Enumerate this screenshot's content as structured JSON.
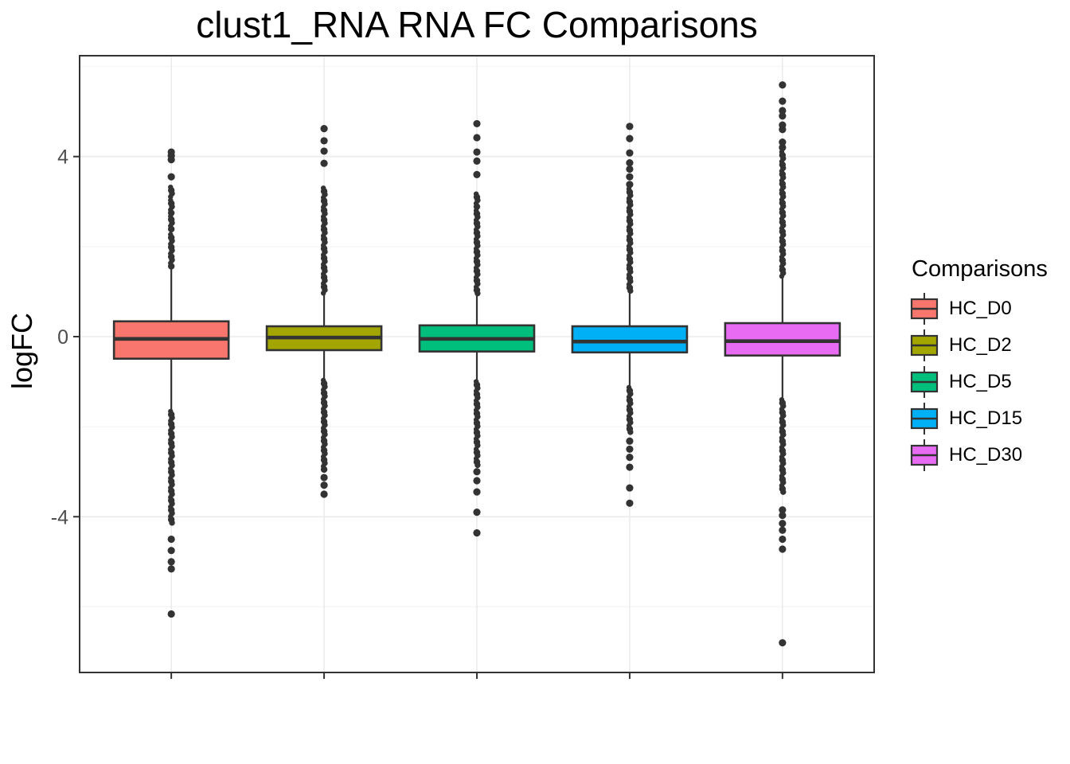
{
  "chart_data": {
    "type": "boxplot",
    "title": "clust1_RNA RNA FC Comparisons",
    "ylabel": "logFC",
    "xlabel": "",
    "legend_title": "Comparisons",
    "legend_position": "right",
    "ylim": [
      -7.46,
      6.24
    ],
    "yticks_major": [
      4,
      0,
      -4
    ],
    "yticks_minor": [
      6,
      2,
      -2,
      -6
    ],
    "x_tick_labels_visible": false,
    "panel": {
      "background": "#FFFFFF",
      "border_color": "#333333",
      "grid_major_color": "#EBEBEB",
      "grid_minor_color": "#F5F5F5",
      "axis_text_color": "#4D4D4D",
      "outlier_color": "#333333"
    },
    "groups": [
      {
        "name": "HC_D0",
        "color": "#F8766D",
        "q1": -0.49,
        "median": -0.05,
        "q3": 0.34,
        "whisker_low": -1.66,
        "whisker_high": 1.5,
        "outlier_runs_high": [
          [
            1.5,
            2.27
          ],
          [
            2.33,
            2.67
          ],
          [
            2.73,
            3.03
          ],
          [
            3.1,
            3.32
          ]
        ],
        "outlier_dots_high": [
          3.55,
          3.93,
          4.02,
          4.1
        ],
        "outlier_runs_low": [
          [
            -4.15,
            -1.66
          ]
        ],
        "outlier_dots_low": [
          -4.5,
          -4.75,
          -5.0,
          -5.16,
          -6.16
        ]
      },
      {
        "name": "HC_D2",
        "color": "#A3A500",
        "q1": -0.3,
        "median": -0.02,
        "q3": 0.23,
        "whisker_low": -0.97,
        "whisker_high": 0.94,
        "outlier_runs_high": [
          [
            0.94,
            3.3
          ]
        ],
        "outlier_dots_high": [
          3.85,
          4.12,
          4.35,
          4.62
        ],
        "outlier_runs_low": [
          [
            -2.99,
            -0.97
          ]
        ],
        "outlier_dots_low": [
          -3.13,
          -3.3,
          -3.5
        ]
      },
      {
        "name": "HC_D5",
        "color": "#00BF7D",
        "q1": -0.33,
        "median": -0.05,
        "q3": 0.25,
        "whisker_low": -1.0,
        "whisker_high": 0.94,
        "outlier_runs_high": [
          [
            0.94,
            2.8
          ],
          [
            2.85,
            3.17
          ]
        ],
        "outlier_dots_high": [
          3.6,
          3.9,
          4.1,
          4.42,
          4.73
        ],
        "outlier_runs_low": [
          [
            -2.42,
            -1.0
          ],
          [
            -2.9,
            -2.5
          ]
        ],
        "outlier_dots_low": [
          -3.0,
          -3.2,
          -3.45,
          -3.9,
          -4.36
        ]
      },
      {
        "name": "HC_D15",
        "color": "#00B0F6",
        "q1": -0.35,
        "median": -0.11,
        "q3": 0.23,
        "whisker_low": -1.13,
        "whisker_high": 0.99,
        "outlier_runs_high": [
          [
            0.99,
            3.28
          ]
        ],
        "outlier_dots_high": [
          3.38,
          3.55,
          3.72,
          3.86,
          4.08,
          4.4,
          4.67
        ],
        "outlier_runs_low": [
          [
            -2.19,
            -1.13
          ]
        ],
        "outlier_dots_low": [
          -2.32,
          -2.5,
          -2.68,
          -2.9,
          -3.36,
          -3.7
        ]
      },
      {
        "name": "HC_D30",
        "color": "#E76BF3",
        "q1": -0.42,
        "median": -0.1,
        "q3": 0.3,
        "whisker_low": -1.4,
        "whisker_high": 1.33,
        "outlier_runs_high": [
          [
            1.33,
            4.1
          ]
        ],
        "outlier_dots_high": [
          4.2,
          4.32,
          4.6,
          4.7,
          4.9,
          5.02,
          5.23,
          5.59
        ],
        "outlier_runs_low": [
          [
            -3.5,
            -1.4
          ]
        ],
        "outlier_dots_low": [
          -3.85,
          -3.97,
          -4.15,
          -4.3,
          -4.5,
          -4.72,
          -6.8
        ]
      }
    ]
  }
}
